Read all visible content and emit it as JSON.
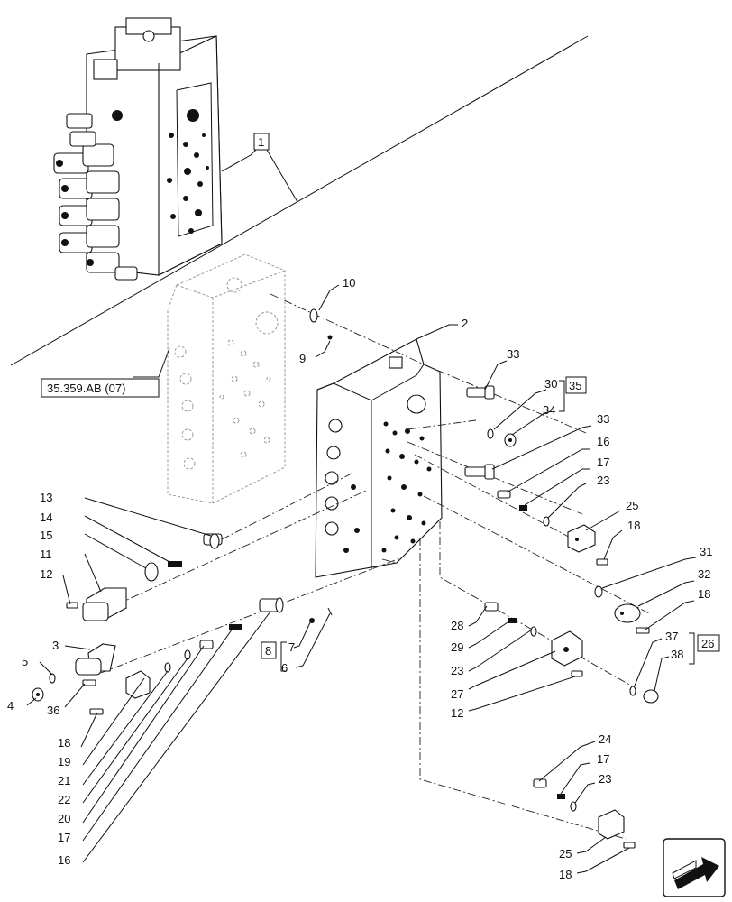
{
  "reference_label": "35.359.AB (07)",
  "boxed_callouts": {
    "assembly": "1",
    "kit_30_34": "35",
    "kit_37_38": "26",
    "kit_7_6": "8"
  },
  "callouts": {
    "c10": "10",
    "c9": "9",
    "c2": "2",
    "c33a": "33",
    "c30": "30",
    "c34": "34",
    "c33b": "33",
    "c16a": "16",
    "c17a": "17",
    "c23a": "23",
    "c25a": "25",
    "c18a": "18",
    "c31": "31",
    "c32": "32",
    "c18b": "18",
    "c37": "37",
    "c38": "38",
    "c13": "13",
    "c14": "14",
    "c15": "15",
    "c11": "11",
    "c12a": "12",
    "c3": "3",
    "c5": "5",
    "c4": "4",
    "c36": "36",
    "c7": "7",
    "c6": "6",
    "c28": "28",
    "c29": "29",
    "c23b": "23",
    "c27": "27",
    "c12b": "12",
    "c18c": "18",
    "c19": "19",
    "c21": "21",
    "c22": "22",
    "c20": "20",
    "c17b": "17",
    "c16b": "16",
    "c24": "24",
    "c17c": "17",
    "c23c": "23",
    "c25b": "25",
    "c18d": "18"
  },
  "icons": {
    "nav_arrow": "direction-arrow-icon"
  },
  "colors": {
    "line": "#111111",
    "ghost": "#9a9a9a",
    "background": "#ffffff"
  }
}
